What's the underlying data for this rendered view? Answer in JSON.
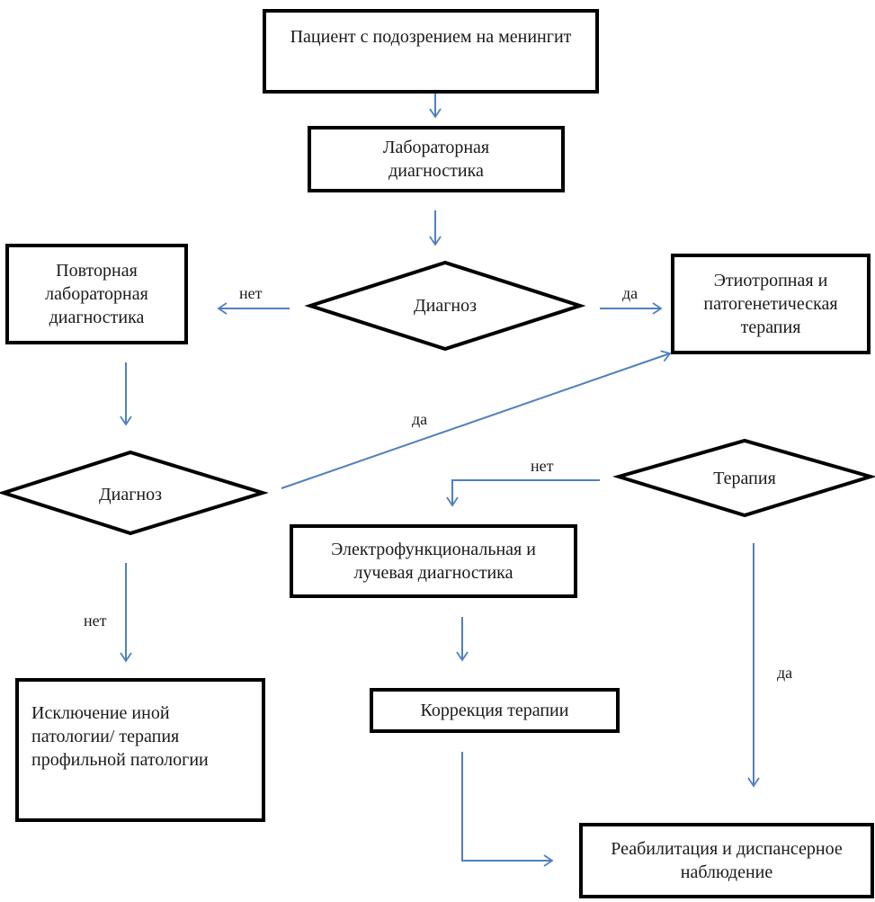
{
  "diagram": {
    "nodes": {
      "patient": "Пациент с подозрением на менингит",
      "lab_diag": "Лабораторная диагностика",
      "diagnosis_1": "Диагноз",
      "repeat_lab": "Повторная лабораторная диагностика",
      "etio_therapy": "Этиотропная  и патогенетическая терапия",
      "diagnosis_2": "Диагноз",
      "therapy_decision": "Терапия",
      "electro_diag": "Электрофункциональная и лучевая диагностика",
      "exclusion": "Исключение иной патологии/ терапия профильной патологии",
      "therapy_correction": "Коррекция терапии",
      "rehab": "Реабилитация и диспансерное наблюдение"
    },
    "edge_labels": {
      "diag1_no": "нет",
      "diag1_yes": "да",
      "diag2_yes": "да",
      "diag2_no": "нет",
      "therapy_no": "нет",
      "therapy_yes": "да"
    },
    "colors": {
      "arrow": "#4f81bd",
      "border": "#000000"
    }
  }
}
